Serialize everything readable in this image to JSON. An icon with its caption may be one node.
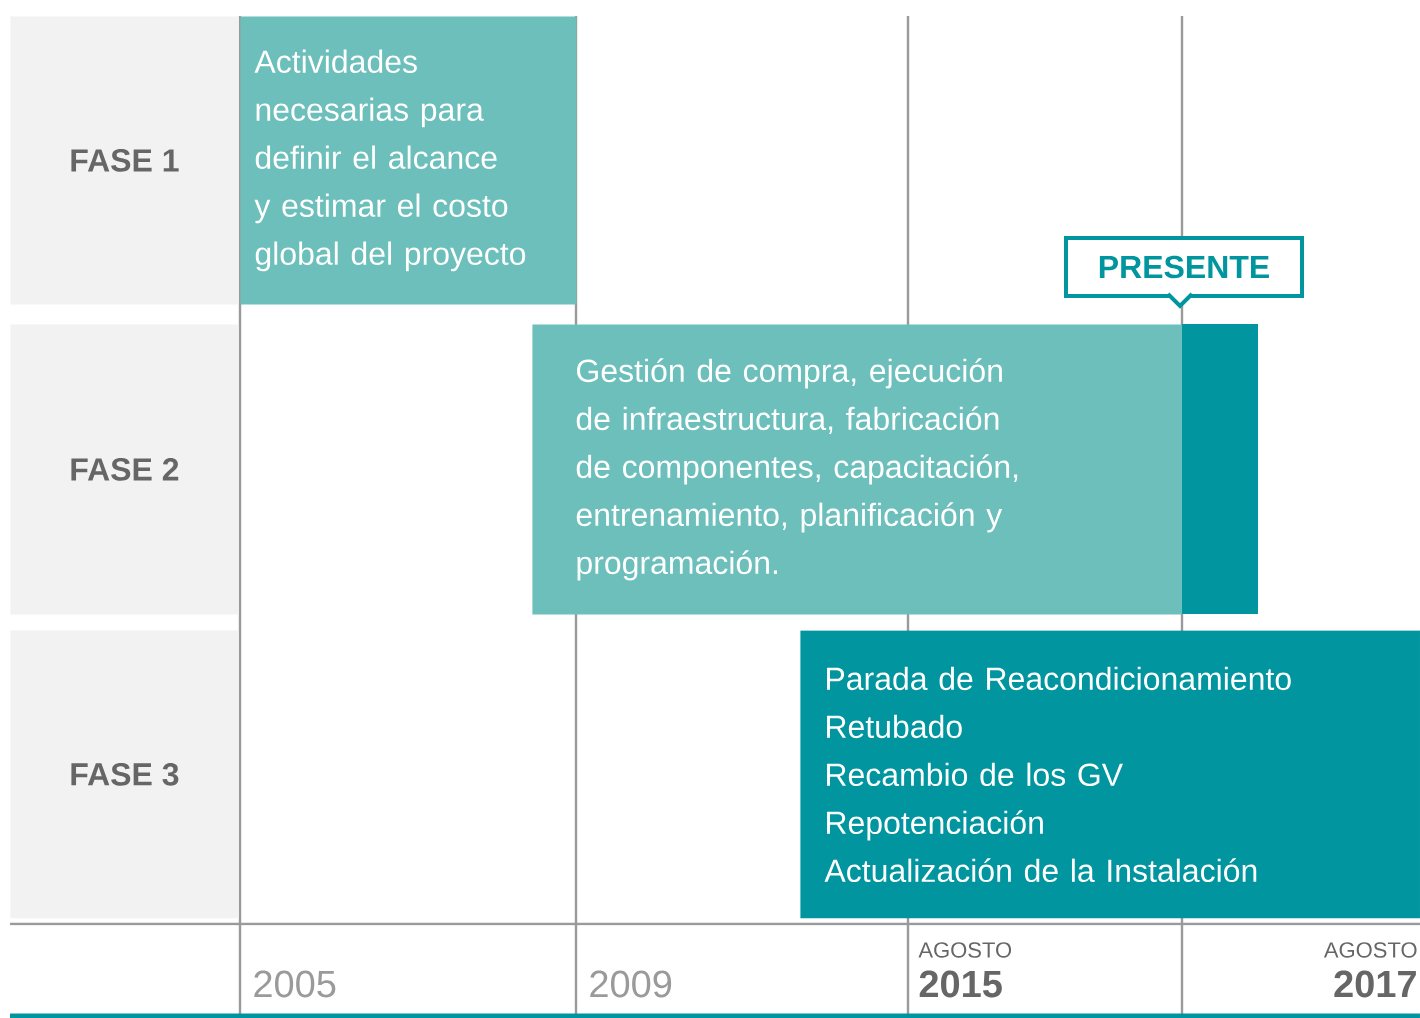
{
  "diagram": {
    "nodes": [
      {
        "text": [
          "FASE 1"
        ]
      },
      {
        "text": [
          "Actividades necesarias para definir el alcance y estimar el costo global del proyecto"
        ]
      },
      {
        "text": [
          "FASE 2"
        ]
      },
      {
        "text": [
          "Gestión de compra, ejecución de infraestructura, fabricación de componentes, capacitación, entrenamiento, planificación y programación."
        ]
      },
      {
        "text": [
          "FASE 3"
        ]
      },
      {
        "text": [
          "Parada de Reacondicionamiento",
          "Retubado",
          "Recambio de los GV",
          "Repotenciación",
          "Actualización de la Instalación"
        ]
      },
      {
        "text": [
          "PRESENTE"
        ]
      }
    ],
    "labels": [
      "2005",
      "2009",
      "AGOSTO",
      "2015",
      "AGOSTO",
      "2017"
    ]
  }
}
